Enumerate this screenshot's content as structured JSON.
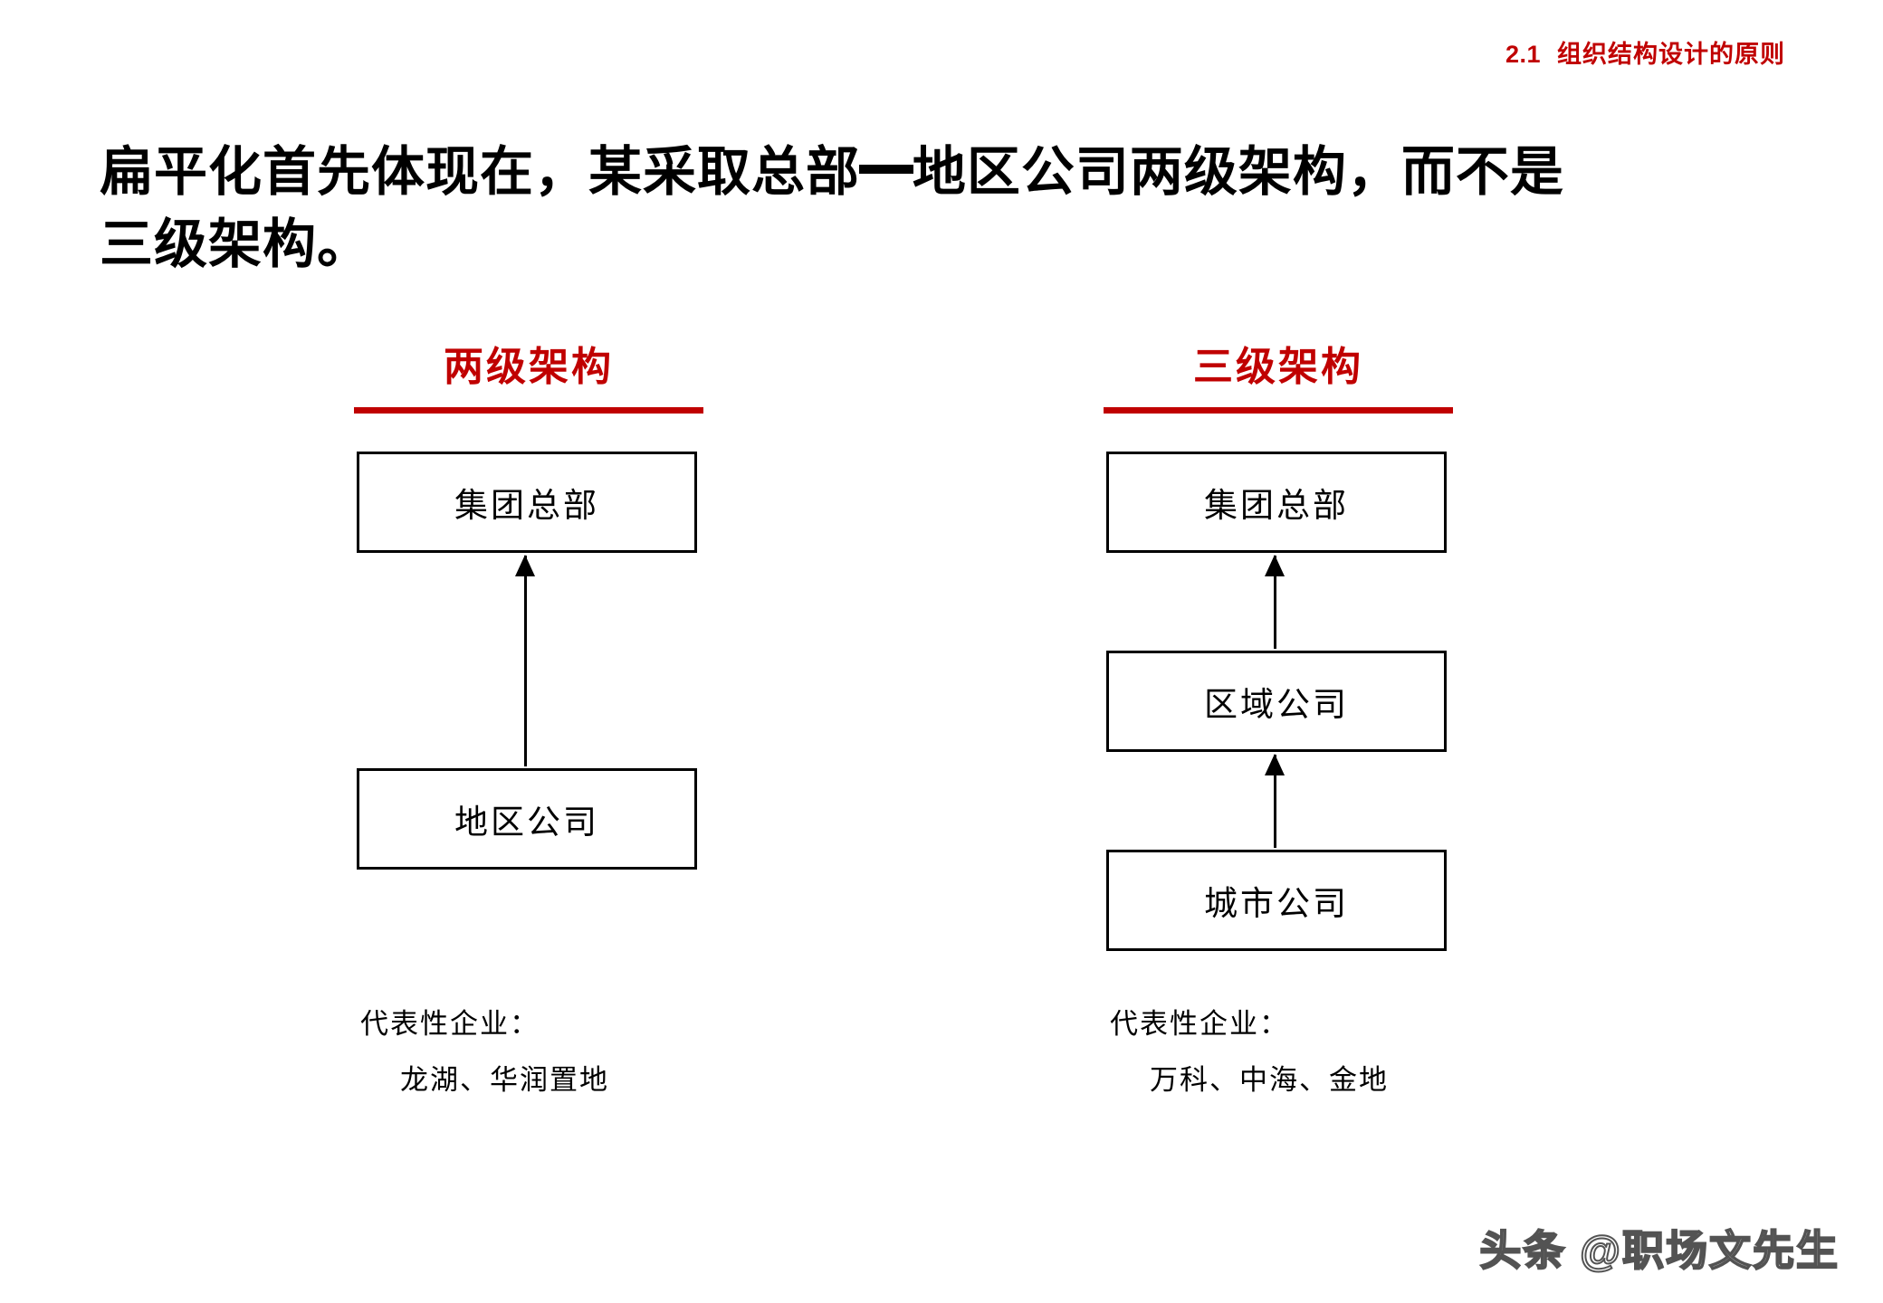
{
  "header": {
    "section_number": "2.1",
    "section_title": "组织结构设计的原则",
    "color": "#C00000"
  },
  "title": {
    "line1_before_dash": "扁平化首先体现在，某采取总部",
    "line1_after_dash": "地区公司两级架构，而不是",
    "line2": "三级架构。"
  },
  "columns": [
    {
      "heading": "两级架构",
      "nodes": [
        "集团总部",
        "地区公司"
      ],
      "caption_label": "代表性企业：",
      "caption_companies": "龙湖、华润置地"
    },
    {
      "heading": "三级架构",
      "nodes": [
        "集团总部",
        "区域公司",
        "城市公司"
      ],
      "caption_label": "代表性企业：",
      "caption_companies": "万科、中海、金地"
    }
  ],
  "watermark": {
    "text": "头条 @职场文先生"
  }
}
